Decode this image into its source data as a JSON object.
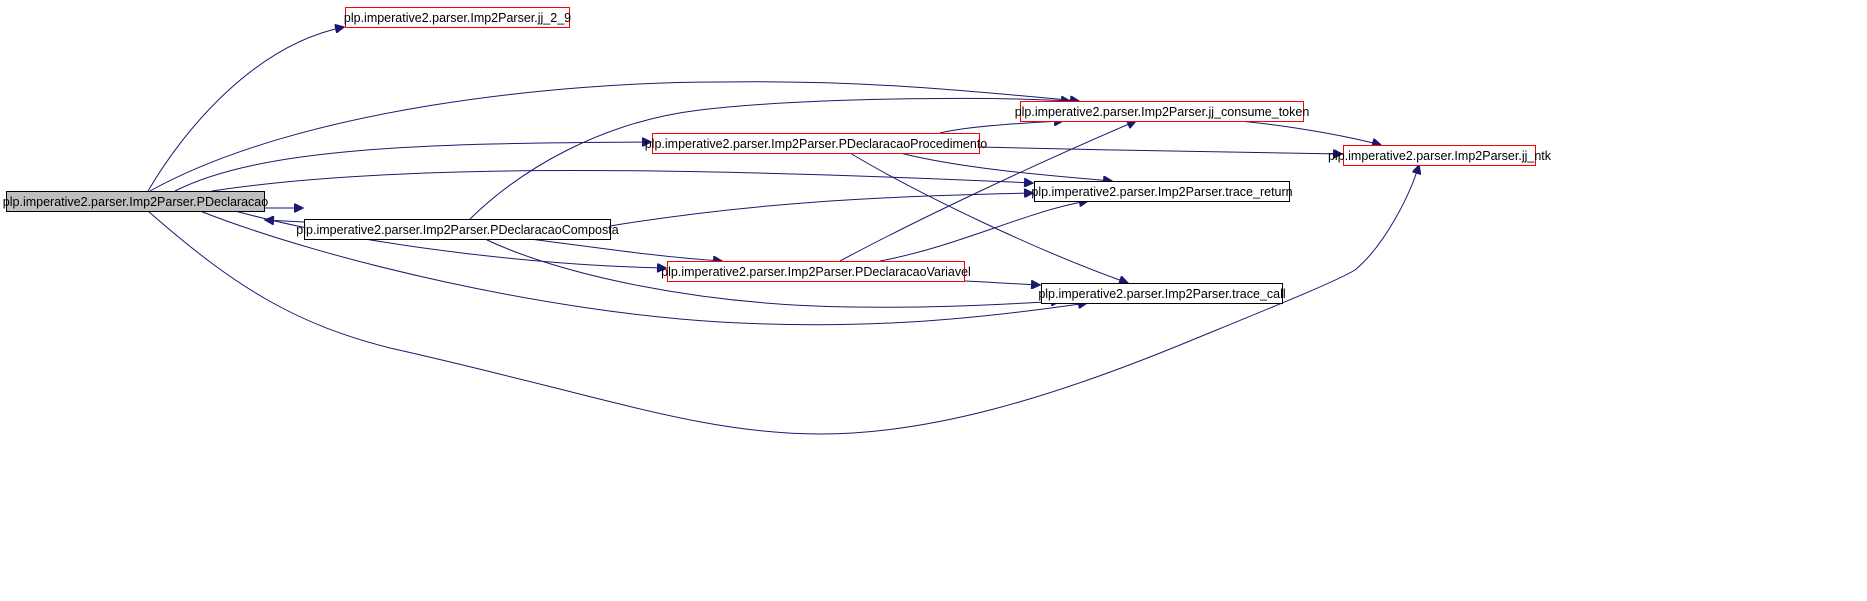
{
  "colors": {
    "edge": "#191970",
    "focus_fill": "#bfbfbf",
    "focus_border": "#000000",
    "plain_border": "#000000",
    "truncated_border": "#ff0000",
    "text": "#000000"
  },
  "nodes": [
    {
      "id": "pdeclaracao",
      "label": "plp.imperative2.parser.Imp2Parser.PDeclaracao",
      "style": "focus"
    },
    {
      "id": "jj_2_9",
      "label": "plp.imperative2.parser.Imp2Parser.jj_2_9",
      "style": "truncated"
    },
    {
      "id": "jj_consume_token",
      "label": "plp.imperative2.parser.Imp2Parser.jj_consume_token",
      "style": "truncated"
    },
    {
      "id": "pdeclaracaoprocedimento",
      "label": "plp.imperative2.parser.Imp2Parser.PDeclaracaoProcedimento",
      "style": "truncated"
    },
    {
      "id": "jj_ntk",
      "label": "plp.imperative2.parser.Imp2Parser.jj_ntk",
      "style": "truncated"
    },
    {
      "id": "pdeclaracaocomposta",
      "label": "plp.imperative2.parser.Imp2Parser.PDeclaracaoComposta",
      "style": "plain"
    },
    {
      "id": "trace_return",
      "label": "plp.imperative2.parser.Imp2Parser.trace_return",
      "style": "plain"
    },
    {
      "id": "pdeclaracaovariavel",
      "label": "plp.imperative2.parser.Imp2Parser.PDeclaracaoVariavel",
      "style": "truncated"
    },
    {
      "id": "trace_call",
      "label": "plp.imperative2.parser.Imp2Parser.trace_call",
      "style": "plain"
    }
  ],
  "edges": [
    {
      "from": "pdeclaracao",
      "to": "jj_2_9"
    },
    {
      "from": "pdeclaracao",
      "to": "jj_consume_token"
    },
    {
      "from": "pdeclaracao",
      "to": "pdeclaracaoprocedimento"
    },
    {
      "from": "pdeclaracao",
      "to": "jj_ntk"
    },
    {
      "from": "pdeclaracao",
      "to": "pdeclaracaocomposta"
    },
    {
      "from": "pdeclaracao",
      "to": "trace_return"
    },
    {
      "from": "pdeclaracao",
      "to": "pdeclaracaovariavel"
    },
    {
      "from": "pdeclaracao",
      "to": "trace_call"
    },
    {
      "from": "pdeclaracaocomposta",
      "to": "pdeclaracao"
    },
    {
      "from": "pdeclaracaocomposta",
      "to": "jj_consume_token"
    },
    {
      "from": "pdeclaracaocomposta",
      "to": "trace_return"
    },
    {
      "from": "pdeclaracaocomposta",
      "to": "pdeclaracaovariavel"
    },
    {
      "from": "pdeclaracaocomposta",
      "to": "trace_call"
    },
    {
      "from": "pdeclaracaoprocedimento",
      "to": "jj_consume_token"
    },
    {
      "from": "pdeclaracaoprocedimento",
      "to": "jj_ntk"
    },
    {
      "from": "pdeclaracaoprocedimento",
      "to": "trace_return"
    },
    {
      "from": "pdeclaracaoprocedimento",
      "to": "trace_call"
    },
    {
      "from": "pdeclaracaovariavel",
      "to": "jj_consume_token"
    },
    {
      "from": "pdeclaracaovariavel",
      "to": "trace_return"
    },
    {
      "from": "pdeclaracaovariavel",
      "to": "trace_call"
    },
    {
      "from": "jj_consume_token",
      "to": "jj_ntk"
    }
  ]
}
